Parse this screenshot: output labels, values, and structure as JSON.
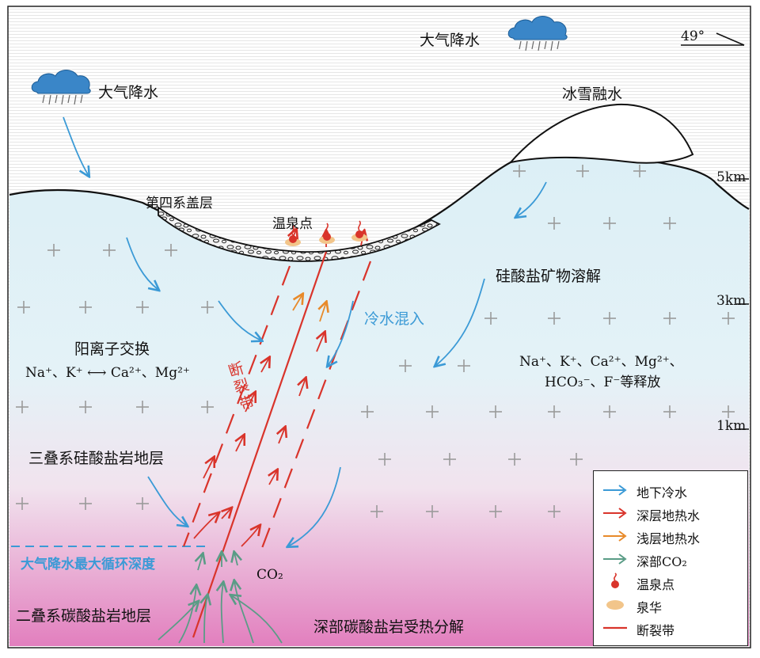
{
  "labels": {
    "precip_left": "大气降水",
    "precip_top": "大气降水",
    "snowmelt": "冰雪融水",
    "quaternary": "第四系盖层",
    "hot_spring_point": "温泉点",
    "fault_zone": "断裂带",
    "cold_mix": "冷水混入",
    "silicate_dissolution": "硅酸盐矿物溶解",
    "cation_exchange": "阳离子交换",
    "triassic": "三叠系硅酸盐岩地层",
    "max_circulation": "大气降水最大循环深度",
    "permian": "二叠系碳酸盐岩地层",
    "deep_carbonate": "深部碳酸盐岩受热分解",
    "dip": "49°"
  },
  "chem": {
    "exchange_left": "Na⁺、K⁺",
    "exchange_arrow": "⟷",
    "exchange_right": "Ca²⁺、Mg²⁺",
    "release_line1": "Na⁺、K⁺、Ca²⁺、Mg²⁺、",
    "release_line2_a": "HCO₃⁻、F⁻",
    "release_line2_b": "等释放",
    "co2": "CO₂"
  },
  "depth_ticks": [
    "5km",
    "3km",
    "1km"
  ],
  "legend": [
    {
      "symbol": "cold-water-arrow",
      "color": "#3b9ad6",
      "label": "地下冷水"
    },
    {
      "symbol": "deep-geothermal-arrow",
      "color": "#d9342b",
      "label": "深层地热水"
    },
    {
      "symbol": "shallow-geothermal-arrow",
      "color": "#e88a2a",
      "label": "浅层地热水"
    },
    {
      "symbol": "deep-co2-arrow",
      "color": "#5a9c86",
      "label": "深部CO₂"
    },
    {
      "symbol": "hot-spring-icon",
      "color": "#d9342b",
      "label": "温泉点"
    },
    {
      "symbol": "sinter-icon",
      "color": "#f2c58a",
      "label": "泉华"
    },
    {
      "symbol": "fault-line",
      "color": "#d9342b",
      "label": "断裂带"
    }
  ],
  "colors": {
    "cold": "#3b9ad6",
    "deep_hot": "#d9342b",
    "shallow_hot": "#e88a2a",
    "co2": "#5a9c86",
    "rock_top": "#dff0f6",
    "rock_bottom": "#e08ac0",
    "snow": "#ffffff"
  }
}
